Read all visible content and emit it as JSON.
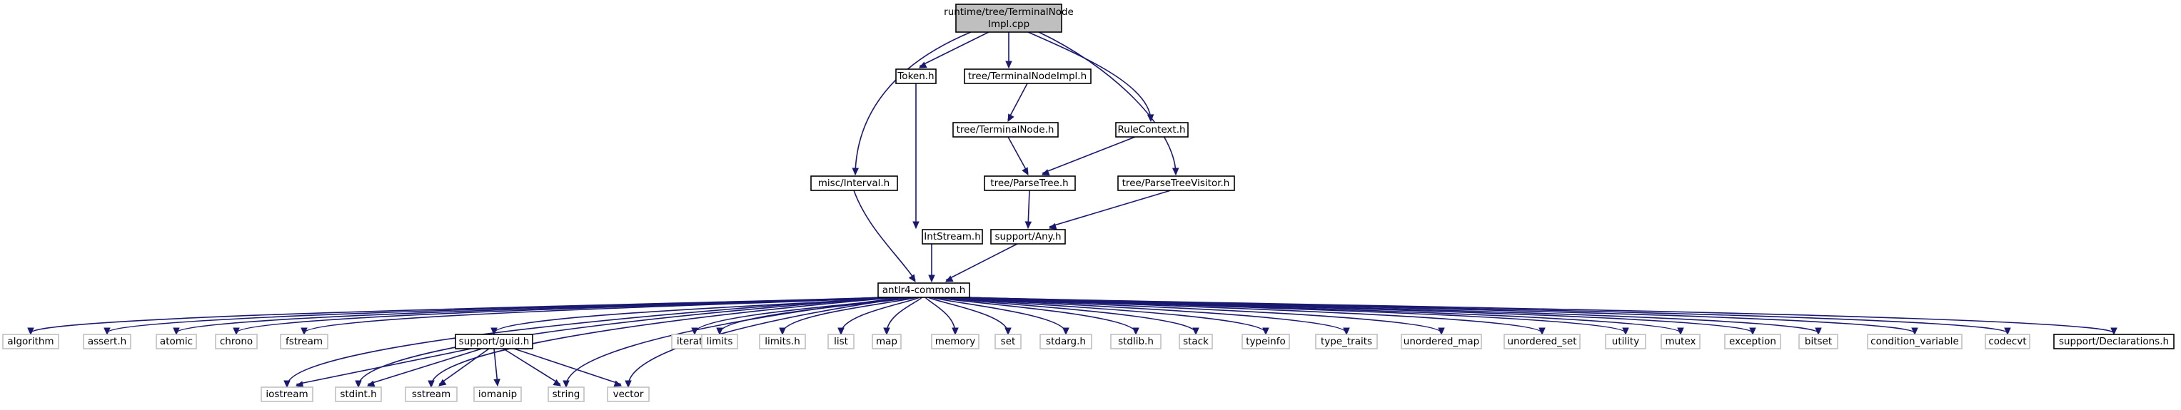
{
  "diagram": {
    "title": "runtime/tree/TerminalNodeImpl.cpp",
    "accent_edge_color": "#191970",
    "root_fill": "#bfbfbf",
    "nodes": {
      "root_l1": "runtime/tree/TerminalNode",
      "root_l2": "Impl.cpp",
      "token_h": "Token.h",
      "terminalnodeimpl_h": "tree/TerminalNodeImpl.h",
      "terminalnode_h": "tree/TerminalNode.h",
      "rulecontext_h": "RuleContext.h",
      "misc_interval_h": "misc/Interval.h",
      "parsetree_h": "tree/ParseTree.h",
      "parsetreevisitor_h": "tree/ParseTreeVisitor.h",
      "intstream_h": "IntStream.h",
      "any_h": "support/Any.h",
      "common_h": "antlr4-common.h",
      "guid_h": "support/guid.h",
      "declarations_h": "support/Declarations.h",
      "algorithm": "algorithm",
      "assert_h": "assert.h",
      "atomic": "atomic",
      "chrono": "chrono",
      "fstream": "fstream",
      "iterator": "iterator",
      "limits": "limits",
      "limits_h": "limits.h",
      "list": "list",
      "map": "map",
      "memory": "memory",
      "set": "set",
      "stdarg_h": "stdarg.h",
      "stdlib_h": "stdlib.h",
      "stack": "stack",
      "typeinfo": "typeinfo",
      "type_traits": "type_traits",
      "unordered_map": "unordered_map",
      "unordered_set": "unordered_set",
      "utility": "utility",
      "mutex": "mutex",
      "exception": "exception",
      "bitset": "bitset",
      "condition_variable": "condition_variable",
      "codecvt": "codecvt",
      "iostream": "iostream",
      "stdint_h": "stdint.h",
      "sstream": "sstream",
      "iomanip": "iomanip",
      "string": "string",
      "vector": "vector"
    }
  }
}
